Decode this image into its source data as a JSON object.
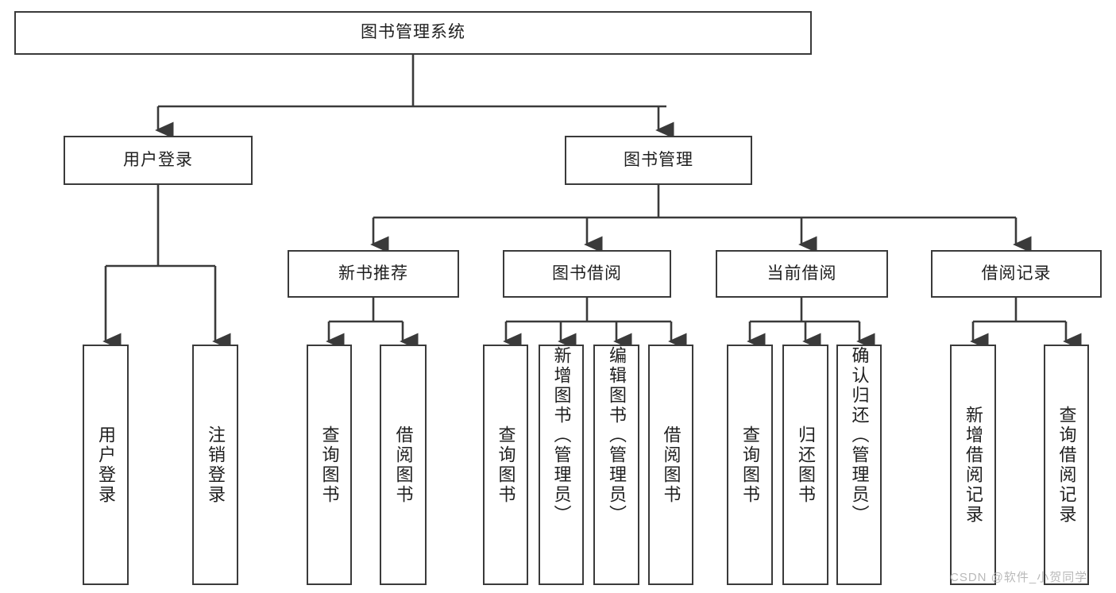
{
  "diagram": {
    "type": "tree",
    "title": "图书管理系统",
    "watermark": "CSDN @软件_小贺同学",
    "colors": {
      "box_border": "#3a3a3a",
      "box_fill": "#ffffff",
      "connector": "#3a3a3a",
      "text": "#1f1f1f",
      "watermark": "#b9b9b9"
    },
    "nodes": {
      "root": {
        "label": "图书管理系统"
      },
      "level2": [
        {
          "id": "user-login",
          "label": "用户登录"
        },
        {
          "id": "book-manage",
          "label": "图书管理"
        }
      ],
      "level3": [
        {
          "id": "new-book-recommend",
          "label": "新书推荐"
        },
        {
          "id": "book-borrow",
          "label": "图书借阅"
        },
        {
          "id": "current-borrow",
          "label": "当前借阅"
        },
        {
          "id": "borrow-record",
          "label": "借阅记录"
        }
      ],
      "leaves": {
        "user_login": [
          {
            "id": "leaf-user-login",
            "label": "用户登录"
          },
          {
            "id": "leaf-user-logout",
            "label": "注销登录"
          }
        ],
        "new_book_recommend": [
          {
            "id": "leaf-query-book-1",
            "label": "查询图书"
          },
          {
            "id": "leaf-borrow-book-1",
            "label": "借阅图书"
          }
        ],
        "book_borrow": [
          {
            "id": "leaf-query-book-2",
            "label": "查询图书"
          },
          {
            "id": "leaf-add-book",
            "label": "新增图书（管理员）"
          },
          {
            "id": "leaf-edit-book",
            "label": "编辑图书（管理员）"
          },
          {
            "id": "leaf-borrow-book-2",
            "label": "借阅图书"
          }
        ],
        "current_borrow": [
          {
            "id": "leaf-query-book-3",
            "label": "查询图书"
          },
          {
            "id": "leaf-return-book",
            "label": "归还图书"
          },
          {
            "id": "leaf-confirm-return",
            "label": "确认归还（管理员）"
          }
        ],
        "borrow_record": [
          {
            "id": "leaf-add-record",
            "label": "新增借阅记录"
          },
          {
            "id": "leaf-query-record",
            "label": "查询借阅记录"
          }
        ]
      }
    }
  },
  "chart_data": {
    "type": "table",
    "title": "图书管理系统 功能结构图",
    "hierarchy": [
      {
        "level": 1,
        "label": "图书管理系统",
        "children": [
          {
            "level": 2,
            "label": "用户登录",
            "children": [
              {
                "level": 3,
                "label": "用户登录"
              },
              {
                "level": 3,
                "label": "注销登录"
              }
            ]
          },
          {
            "level": 2,
            "label": "图书管理",
            "children": [
              {
                "level": 3,
                "label": "新书推荐",
                "children": [
                  {
                    "level": 4,
                    "label": "查询图书"
                  },
                  {
                    "level": 4,
                    "label": "借阅图书"
                  }
                ]
              },
              {
                "level": 3,
                "label": "图书借阅",
                "children": [
                  {
                    "level": 4,
                    "label": "查询图书"
                  },
                  {
                    "level": 4,
                    "label": "新增图书（管理员）"
                  },
                  {
                    "level": 4,
                    "label": "编辑图书（管理员）"
                  },
                  {
                    "level": 4,
                    "label": "借阅图书"
                  }
                ]
              },
              {
                "level": 3,
                "label": "当前借阅",
                "children": [
                  {
                    "level": 4,
                    "label": "查询图书"
                  },
                  {
                    "level": 4,
                    "label": "归还图书"
                  },
                  {
                    "level": 4,
                    "label": "确认归还（管理员）"
                  }
                ]
              },
              {
                "level": 3,
                "label": "借阅记录",
                "children": [
                  {
                    "level": 4,
                    "label": "新增借阅记录"
                  },
                  {
                    "level": 4,
                    "label": "查询借阅记录"
                  }
                ]
              }
            ]
          }
        ]
      }
    ]
  }
}
